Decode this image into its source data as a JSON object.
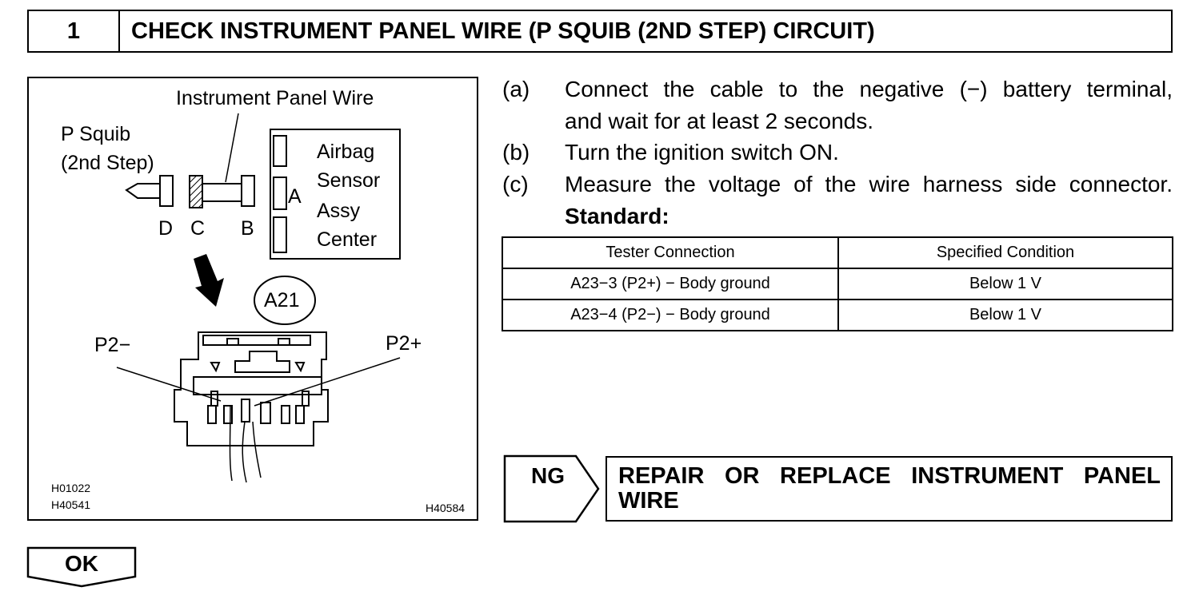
{
  "header": {
    "step_number": "1",
    "title": "CHECK INSTRUMENT PANEL WIRE (P SQUIB (2ND STEP) CIRCUIT)"
  },
  "figure": {
    "instrument_panel_wire_label": "Instrument Panel Wire",
    "p_squib_label_line1": "P Squib",
    "p_squib_label_line2": "(2nd Step)",
    "airbag_label_lines": [
      "Airbag",
      "Sensor",
      "Assy",
      "Center"
    ],
    "connector_letters": {
      "a": "A",
      "b": "B",
      "c": "C",
      "d": "D"
    },
    "connector_id": "A21",
    "pin_minus": "P2−",
    "pin_plus": "P2+",
    "code_left_1": "H01022",
    "code_left_2": "H40541",
    "code_right": "H40584"
  },
  "steps": [
    {
      "letter": "(a)",
      "lines": [
        "Connect the cable to the negative (−) battery terminal,",
        "and wait for at least 2 seconds."
      ]
    },
    {
      "letter": "(b)",
      "lines": [
        "Turn the ignition switch ON."
      ]
    },
    {
      "letter": "(c)",
      "lines": [
        "Measure the voltage of the wire harness side connector."
      ]
    }
  ],
  "standard_label": "Standard:",
  "spec_table": {
    "headers": [
      "Tester Connection",
      "Specified Condition"
    ],
    "rows": [
      [
        "A23−3 (P2+) − Body ground",
        "Below 1 V"
      ],
      [
        "A23−4 (P2−) − Body ground",
        "Below 1 V"
      ]
    ]
  },
  "ng": {
    "label": "NG",
    "result_text": "REPAIR OR REPLACE INSTRUMENT PANEL WIRE"
  },
  "ok": {
    "label": "OK"
  }
}
